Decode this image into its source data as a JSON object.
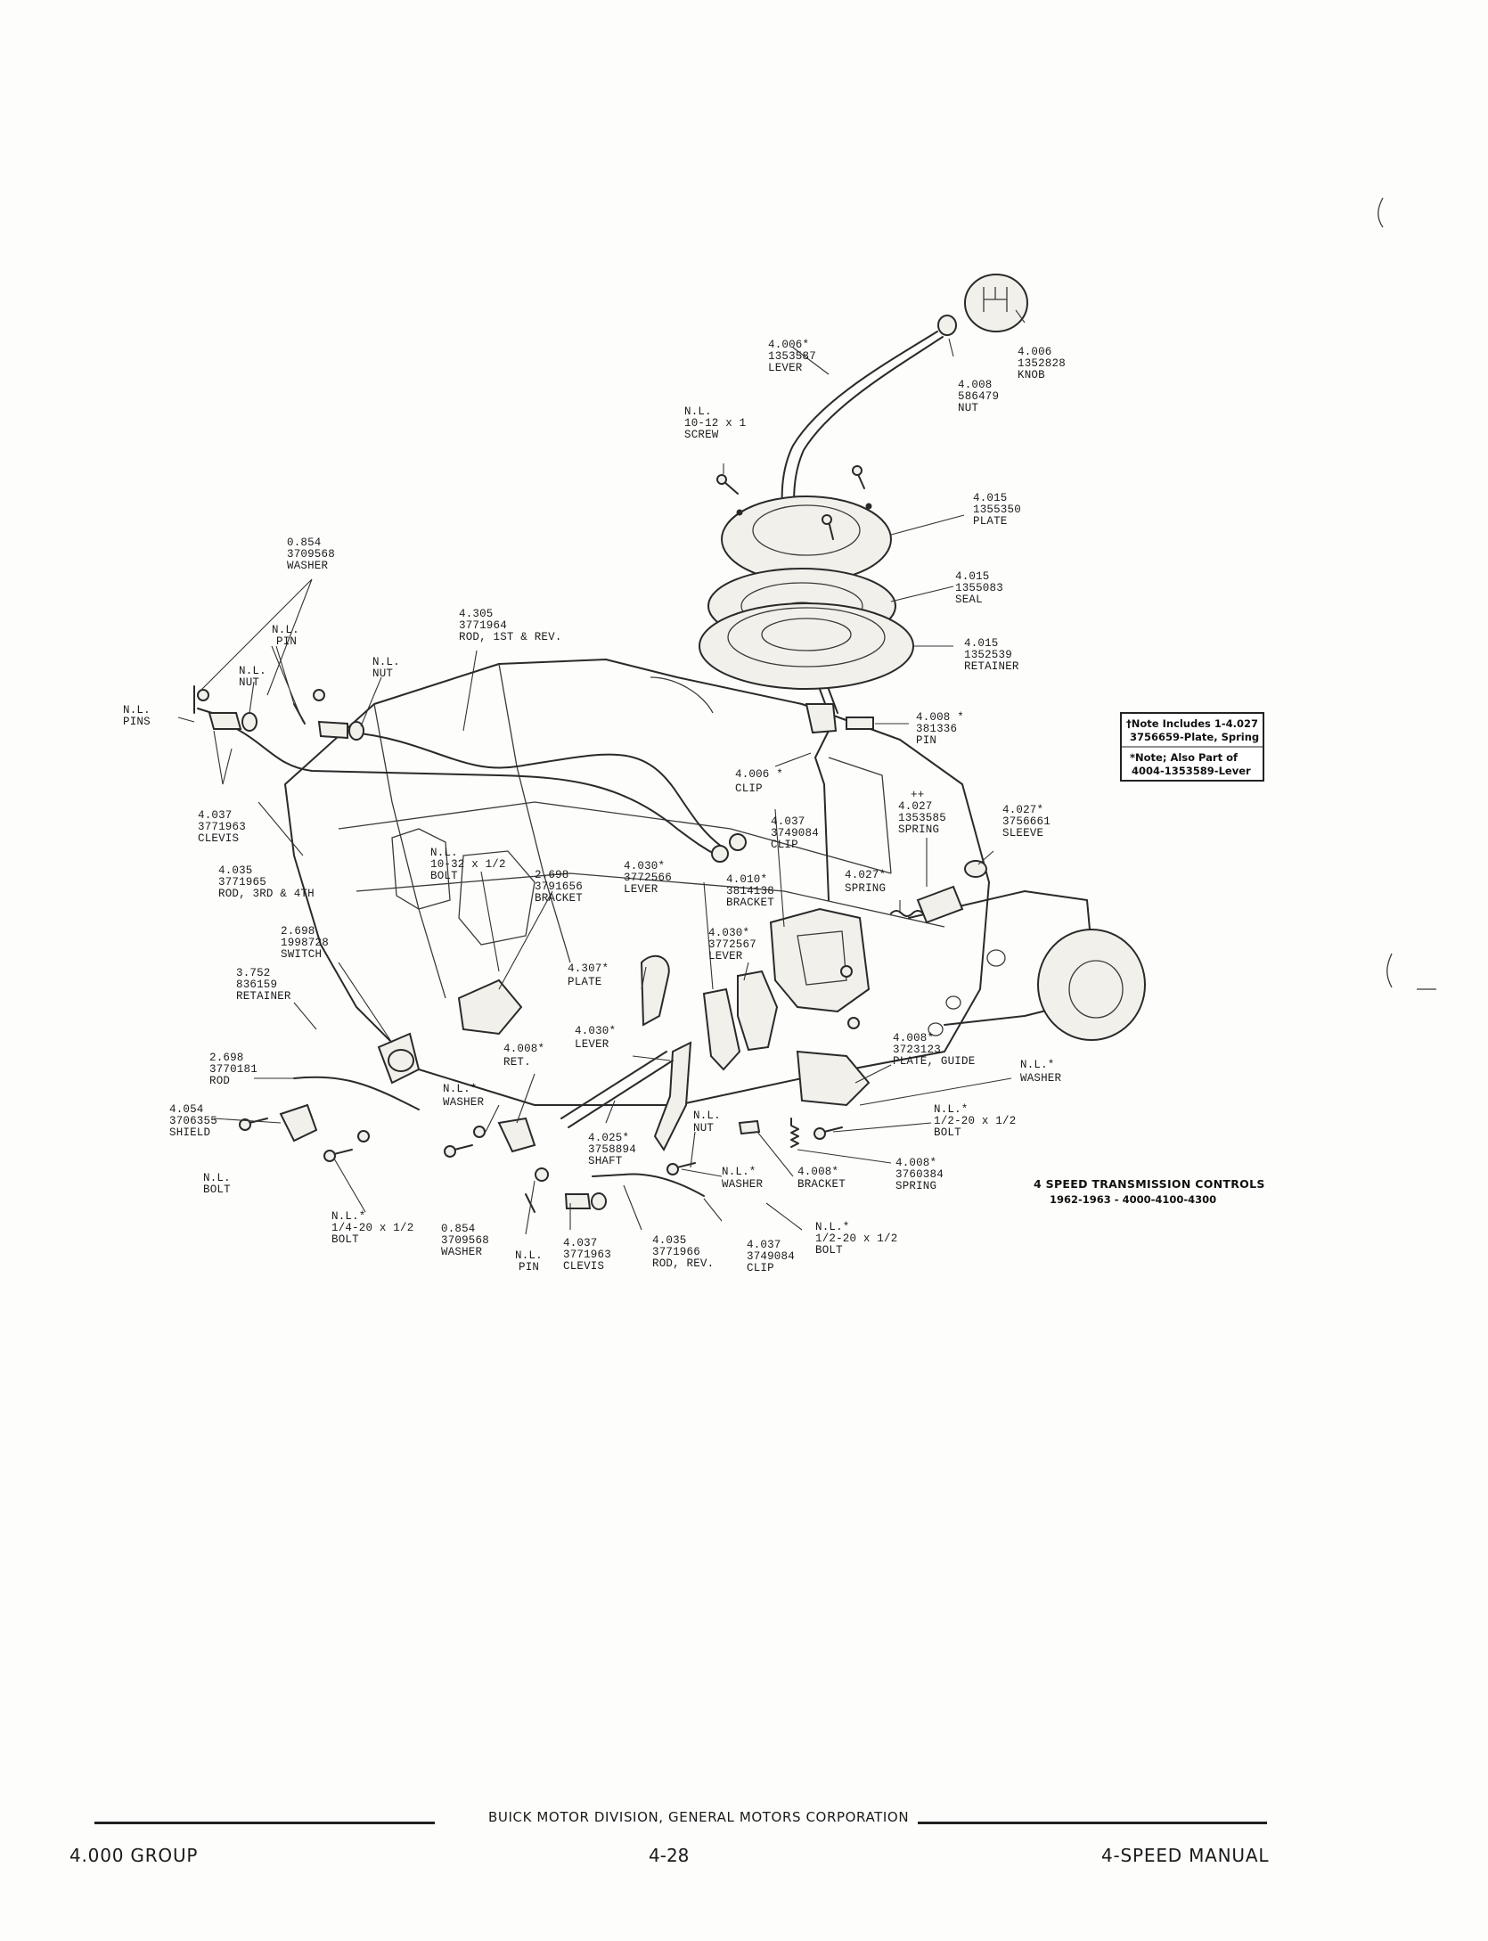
{
  "callouts": {
    "knob": [
      "4.006",
      "1352828",
      "KNOB"
    ],
    "lever_top": [
      "4.006*",
      "1353587",
      "LEVER"
    ],
    "nut_top": [
      "4.008",
      "586479",
      "NUT"
    ],
    "screw": [
      "N.L.",
      "10-12 x 1",
      "SCREW"
    ],
    "plate_top": [
      "4.015",
      "1355350",
      "PLATE"
    ],
    "seal": [
      "4.015",
      "1355083",
      "SEAL"
    ],
    "retainer_top": [
      "4.015",
      "1352539",
      "RETAINER"
    ],
    "pin_top": [
      "4.008 *",
      "381336",
      "PIN"
    ],
    "clip_mid": [
      "4.006 *",
      "CLIP"
    ],
    "spring_top": [
      "++",
      "4.027",
      "1353585",
      "SPRING"
    ],
    "sleeve": [
      "4.027*",
      "3756661",
      "SLEEVE"
    ],
    "washer_left": [
      "0.854",
      "3709568",
      "WASHER"
    ],
    "pin_left": [
      "N.L.",
      "PIN"
    ],
    "nut_left": [
      "N.L.",
      "NUT"
    ],
    "nut_left2": [
      "N.L.",
      "NUT"
    ],
    "pins_far": [
      "N.L.",
      "PINS"
    ],
    "rod_1st": [
      "4.305",
      "3771964",
      "ROD, 1ST & REV."
    ],
    "clevis_left": [
      "4.037",
      "3771963",
      "CLEVIS"
    ],
    "rod_3rd": [
      "4.035",
      "3771965",
      "ROD, 3RD & 4TH"
    ],
    "bolt_1032": [
      "N.L.",
      "10-32 x 1/2",
      "BOLT"
    ],
    "bracket_2698": [
      "2.698",
      "3791656",
      "BRACKET"
    ],
    "switch": [
      "2.698",
      "1998728",
      "SWITCH"
    ],
    "retainer_left": [
      "3.752",
      "836159",
      "RETAINER"
    ],
    "rod_2698": [
      "2.698",
      "3770181",
      "ROD"
    ],
    "shield": [
      "4.054",
      "3706355",
      "SHIELD"
    ],
    "bolt_left": [
      "N.L.",
      "BOLT"
    ],
    "clip_4037": [
      "4.037",
      "3749084",
      "CLIP"
    ],
    "lever_4030a": [
      "4.030*",
      "3772566",
      "LEVER"
    ],
    "bracket_4010": [
      "4.010*",
      "3814138",
      "BRACKET"
    ],
    "lever_4030b": [
      "4.030*",
      "3772567",
      "LEVER"
    ],
    "plate_4307": [
      "4.307*",
      "PLATE"
    ],
    "lever_4030c": [
      "4.030*",
      "LEVER"
    ],
    "ret_4008": [
      "4.008*",
      "RET."
    ],
    "washer_nl": [
      "N.L.*",
      "WASHER"
    ],
    "shaft": [
      "4.025*",
      "3758894",
      "SHAFT"
    ],
    "spring_4027": [
      "4.027*",
      "SPRING"
    ],
    "plate_guide": [
      "4.008*",
      "3723123",
      "PLATE, GUIDE"
    ],
    "washer_right": [
      "N.L.*",
      "WASHER"
    ],
    "bolt_right": [
      "N.L.*",
      "1/2-20 x 1/2",
      "BOLT"
    ],
    "spring_4008": [
      "4.008*",
      "3760384",
      "SPRING"
    ],
    "nut_nl": [
      "N.L.",
      "NUT"
    ],
    "washer_nl2": [
      "N.L.*",
      "WASHER"
    ],
    "bracket_4008": [
      "4.008*",
      "BRACKET"
    ],
    "bolt_1420": [
      "N.L.*",
      "1/4-20 x 1/2",
      "BOLT"
    ],
    "washer_bottom": [
      "0.854",
      "3709568",
      "WASHER"
    ],
    "pin_bottom": [
      "N.L.",
      "PIN"
    ],
    "clevis_bottom": [
      "4.037",
      "3771963",
      "CLEVIS"
    ],
    "rod_rev": [
      "4.035",
      "3771966",
      "ROD, REV."
    ],
    "clip_bottom": [
      "4.037",
      "3749084",
      "CLIP"
    ],
    "bolt_bottom": [
      "N.L.*",
      "1/2-20 x 1/2",
      "BOLT"
    ]
  },
  "note_box": {
    "line1": "†Note Includes 1-4.027",
    "line2": "3756659-Plate, Spring",
    "line3": "*Note; Also Part of",
    "line4": "4004-1353589-Lever"
  },
  "caption": {
    "line1": "4 SPEED TRANSMISSION CONTROLS",
    "line2": "1962-1963 - 4000-4100-4300"
  },
  "footer": {
    "corporation": "BUICK MOTOR DIVISION, GENERAL MOTORS CORPORATION",
    "group": "4.000 GROUP",
    "page": "4-28",
    "manual": "4-SPEED MANUAL"
  }
}
